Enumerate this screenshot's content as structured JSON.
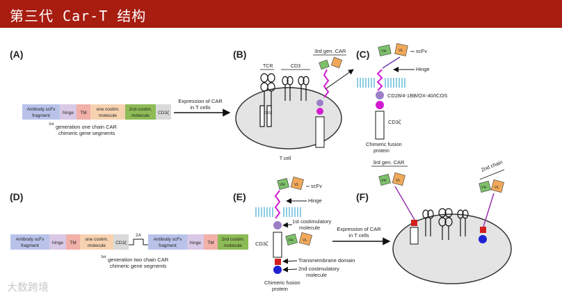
{
  "header": {
    "title": "第三代 Car-T 结构"
  },
  "panels": {
    "A": "(A)",
    "B": "(B)",
    "C": "(C)",
    "D": "(D)",
    "E": "(E)",
    "F": "(F)"
  },
  "gene_a": {
    "seg_antibody_1": "Antibody scFv",
    "seg_antibody_2": "fragment",
    "seg_hinge": "hinge",
    "seg_tm": "TM",
    "seg_costim1_1": "one costim.",
    "seg_costim1_2": "molecule",
    "seg_costim2_1": "2nd costim.",
    "seg_costim2_2": "molecule",
    "seg_cd3": "CD3ζ",
    "caption_sup": "3rd",
    "caption_1": "generation one chain CAR",
    "caption_2": "chimeric gene segments"
  },
  "arrow_ab": {
    "line1": "Expression of CAR",
    "line2": "in T cells"
  },
  "panel_b": {
    "tcr": "TCR",
    "cd3": "CD3",
    "car": "3rd gen. CAR",
    "cell": "T cell",
    "cdz": "CD3ζ"
  },
  "panel_c": {
    "vh": "VH",
    "vl": "VL",
    "scfv": "scFv",
    "hinge": "Hinge",
    "costim": "CD28/4-1BB/OX-40/ICOS",
    "cd3": "CD3ζ",
    "caption_1": "Chimeric fusion",
    "caption_2": "protein"
  },
  "gene_d": {
    "seg_antibody_1": "Antibody scFv",
    "seg_antibody_2": "fragment",
    "seg_hinge": "hinge",
    "seg_tm": "TM",
    "seg_costim1_1": "one costim.",
    "seg_costim1_2": "molecule",
    "seg_cd3": "CD3ζ",
    "seg_2a": "2A",
    "seg_antibody2_1": "Antibody scFv",
    "seg_antibody2_2": "fragment",
    "seg_hinge2": "hinge",
    "seg_tm2": "TM",
    "seg_costim2_1": "2nd costim.",
    "seg_costim2_2": "molecule",
    "caption_sup": "3rd",
    "caption_1": "generation two chain CAR",
    "caption_2": "chimeric gene segments"
  },
  "panel_e": {
    "vh": "VH",
    "vl": "VL",
    "scfv": "scFv",
    "hinge": "Hinge",
    "costim1_1": "1st costimulatory",
    "costim1_2": "molecule",
    "cd3": "CD3ζ",
    "vh2": "VH",
    "vl2": "VL",
    "tm": "Transmembrane domain",
    "costim2_1": "2nd costimulatory",
    "costim2_2": "molecule",
    "caption_1": "Chimeric fusion",
    "caption_2": "protein"
  },
  "arrow_ef": {
    "line1": "Expression of CAR",
    "line2": "in T cells"
  },
  "panel_f": {
    "car": "3rd gen. CAR",
    "chain": "2nd chain",
    "vh": "VH",
    "vl": "VL"
  },
  "watermark": "大数跨境",
  "colors": {
    "banner": "#a71d10",
    "antibody": "#b9c3ea",
    "hinge": "#d9c9e6",
    "tm": "#f1b0a8",
    "costim1": "#f7d2b0",
    "costim2": "#8dbb55",
    "cd3": "#d9d9d9",
    "vh": "#7ec16b",
    "vl": "#f0a95a",
    "purple": "#9b7fc7",
    "magenta": "#d21ad2",
    "red": "#d21f1f",
    "blue": "#1f22d2",
    "cell": "#e4e4e4",
    "membrane": "#7fc6e0"
  }
}
